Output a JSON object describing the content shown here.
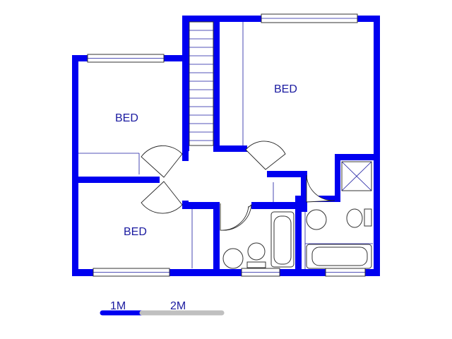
{
  "rooms": [
    {
      "label": "BED"
    },
    {
      "label": "BED"
    },
    {
      "label": "BED"
    }
  ],
  "scale": {
    "label_1": "1M",
    "label_2": "2M"
  },
  "colors": {
    "wall": "#0000f0",
    "line": "#1a1aa0",
    "scale_primary": "#0000f0",
    "scale_secondary": "#c0c0c0"
  }
}
